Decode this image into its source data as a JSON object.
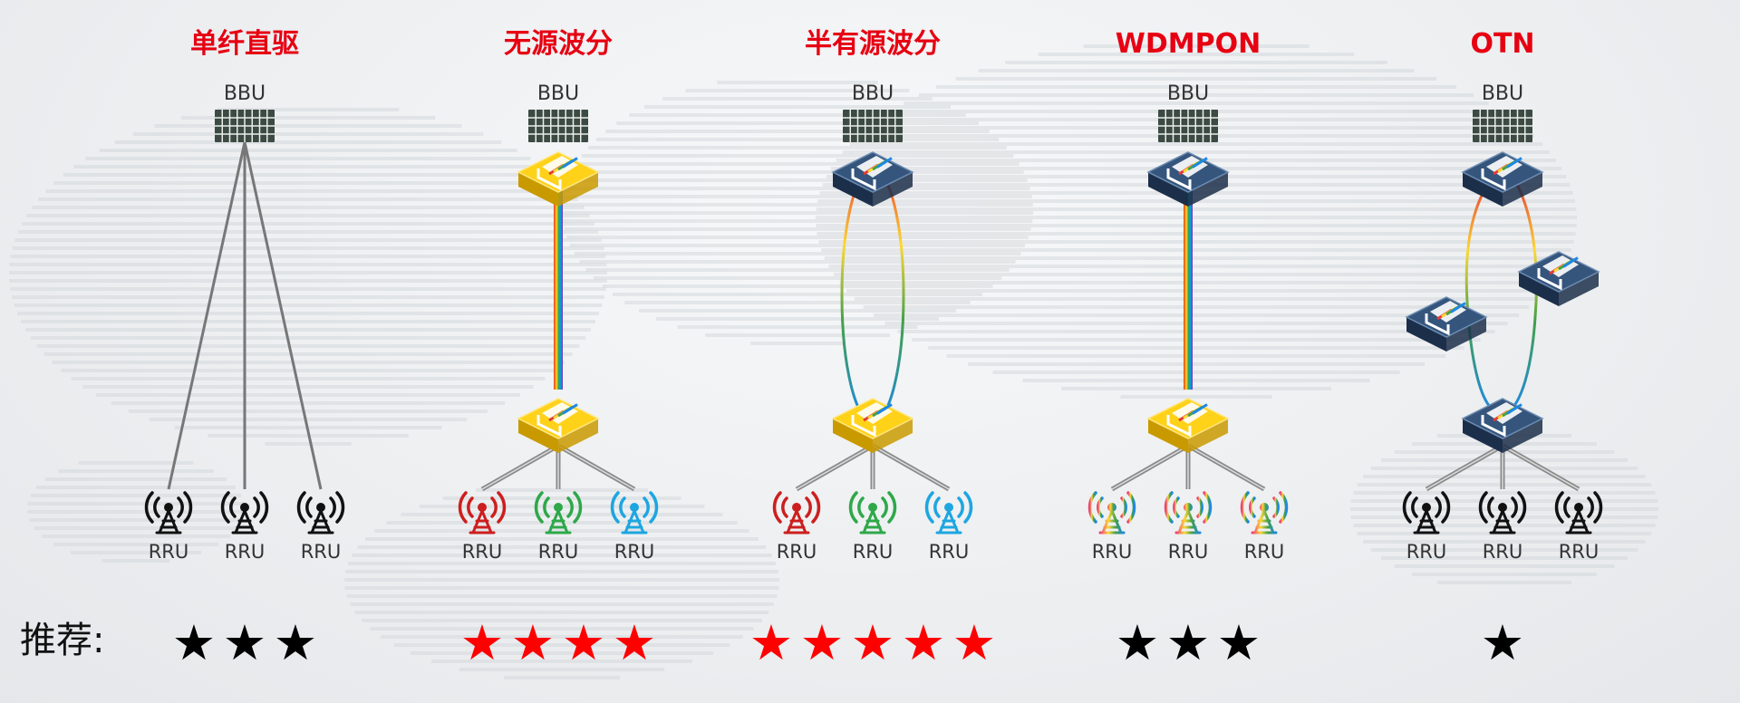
{
  "columns": [
    {
      "title": "单纤直驱",
      "bbu_label": "BBU",
      "rru_labels": [
        "RRU",
        "RRU",
        "RRU"
      ],
      "rru_icon_colors": [
        "#111111",
        "#111111",
        "#111111"
      ],
      "rating": 3,
      "rating_color": "#000000"
    },
    {
      "title": "无源波分",
      "bbu_label": "BBU",
      "rru_labels": [
        "RRU",
        "RRU",
        "RRU"
      ],
      "rru_icon_colors": [
        "#cc1f1f",
        "#2ea84a",
        "#1ea6e0"
      ],
      "rating": 4,
      "rating_color": "#ff0000"
    },
    {
      "title": "半有源波分",
      "bbu_label": "BBU",
      "rru_labels": [
        "RRU",
        "RRU",
        "RRU"
      ],
      "rru_icon_colors": [
        "#cc1f1f",
        "#2ea84a",
        "#1ea6e0"
      ],
      "rating": 5,
      "rating_color": "#ff0000"
    },
    {
      "title": "WDMPON",
      "bbu_label": "BBU",
      "rru_labels": [
        "RRU",
        "RRU",
        "RRU"
      ],
      "rru_icon_colors": [
        "rainbow",
        "rainbow",
        "rainbow"
      ],
      "rating": 3,
      "rating_color": "#000000"
    },
    {
      "title": "OTN",
      "bbu_label": "BBU",
      "rru_labels": [
        "RRU",
        "RRU",
        "RRU"
      ],
      "rru_icon_colors": [
        "#111111",
        "#111111",
        "#111111"
      ],
      "rating": 1,
      "rating_color": "#000000"
    }
  ],
  "recommend_label": "推荐:",
  "colors": {
    "title": "#e60012",
    "bbu": "#3d4a44",
    "yellow_device": "#f5c400",
    "navy_device": "#2d4a6e",
    "fiber_gray": "#777777"
  }
}
